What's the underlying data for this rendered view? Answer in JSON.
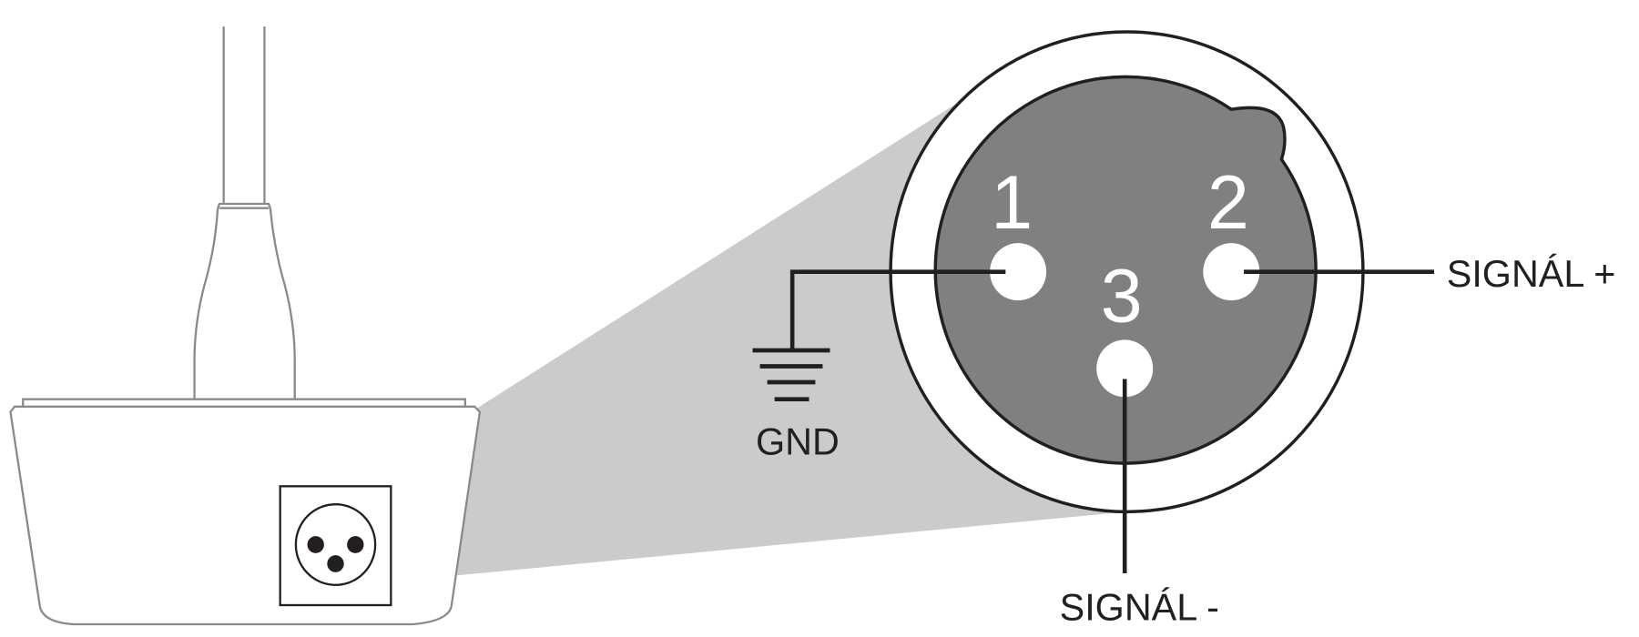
{
  "pins": {
    "pin1": "1",
    "pin2": "2",
    "pin3": "3"
  },
  "labels": {
    "gnd": "GND",
    "signal_plus": "SIGNÁL +",
    "signal_minus": "SIGNÁL -"
  },
  "colors": {
    "connector_face": "#7f807f",
    "zoom_cone": "#cbcbcb",
    "outline": "#231f20",
    "device_outline": "#8a8a8a"
  }
}
